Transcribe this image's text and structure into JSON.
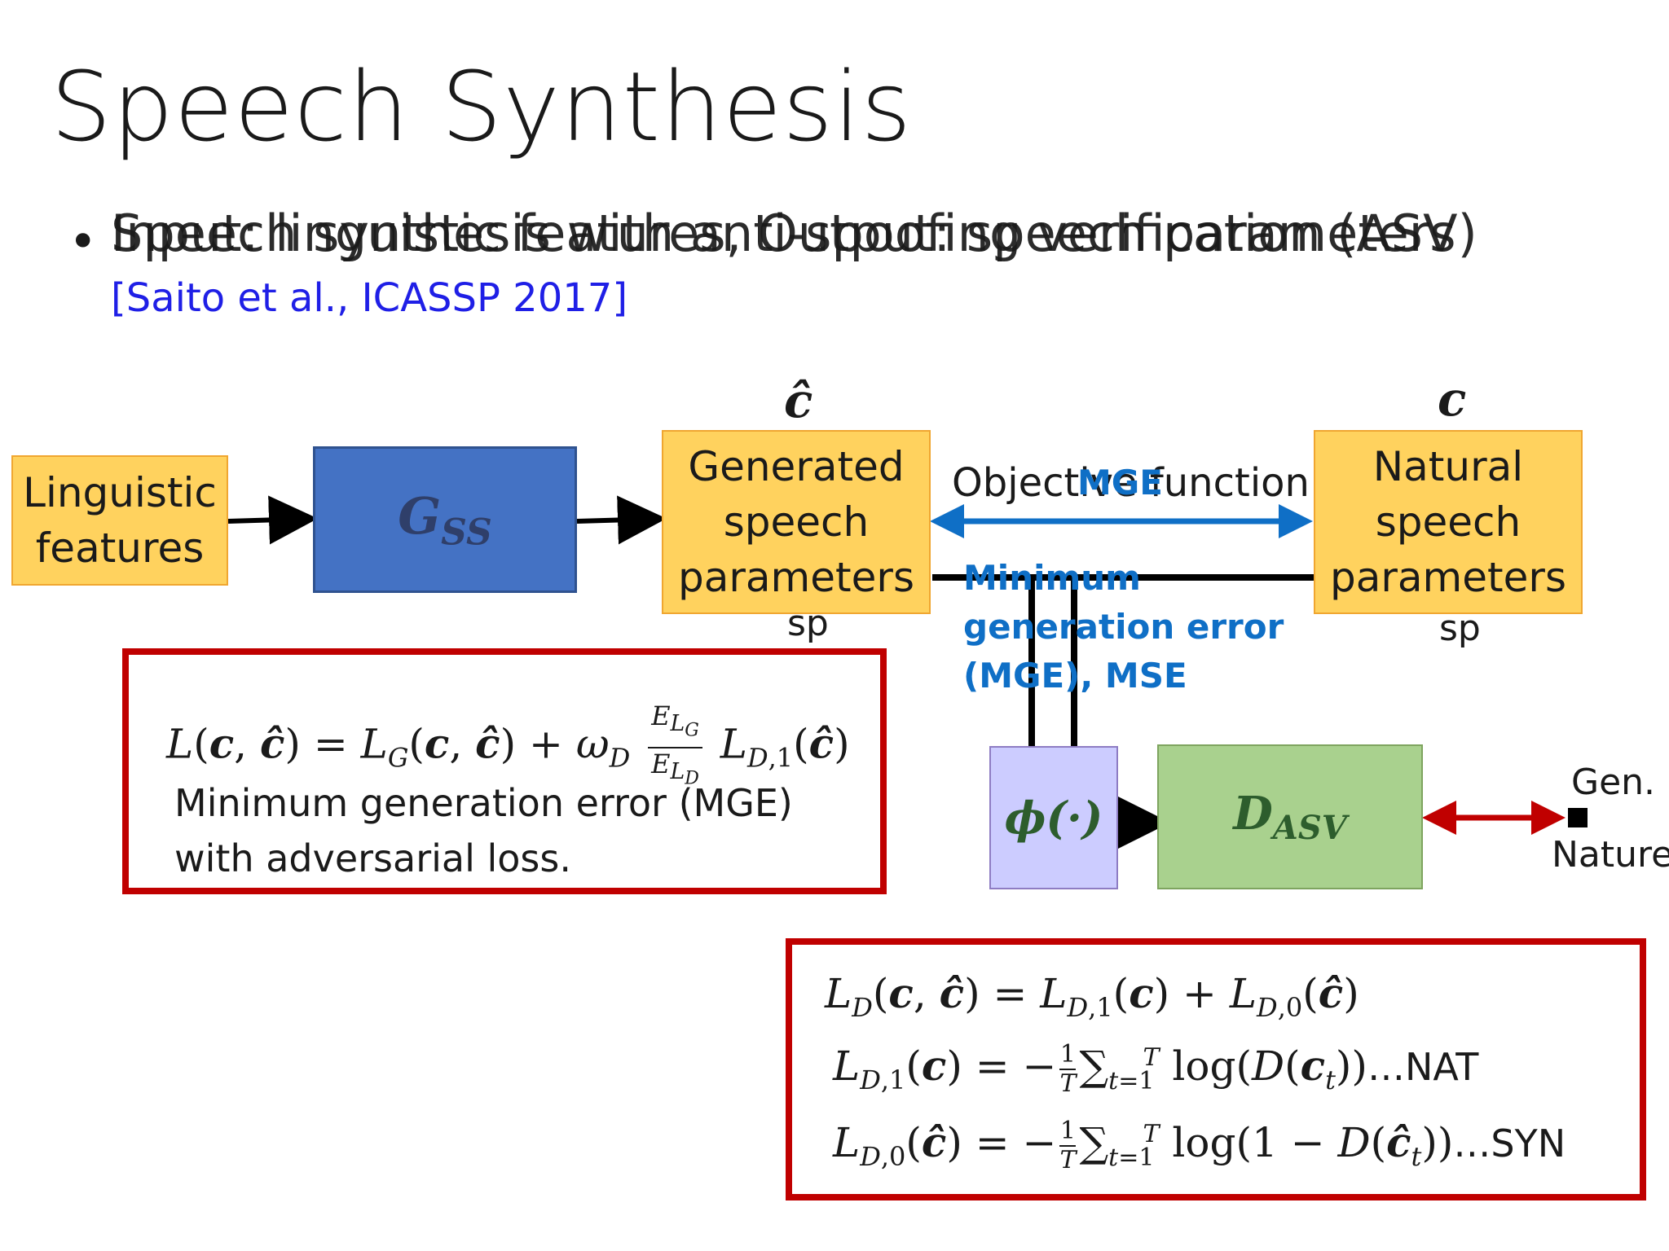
{
  "title": "Speech Synthesis",
  "bullet": {
    "layer_a": "Speech synthesis with anti-spoofing verification (ASV)",
    "layer_b": "Input: linguistic features, Output: speech parameters",
    "citation": "[Saito et al., ICASSP 2017]"
  },
  "diagram": {
    "linguistic_features": [
      "Linguistic",
      "features"
    ],
    "generator_label": "G",
    "generator_sub": "SS",
    "c_hat": "ĉ",
    "c": "c",
    "generated": [
      "Generated",
      "speech",
      "parameters"
    ],
    "natural": [
      "Natural",
      "speech",
      "parameters"
    ],
    "sp_left": "sp",
    "sp_right": "sp",
    "objective_function": "Objective function",
    "mge": "MGE",
    "mge_desc": [
      "Minimum",
      "generation error",
      "(MGE), MSE"
    ],
    "phi": "ϕ(·)",
    "discriminator_label": "D",
    "discriminator_sub": "ASV",
    "gen": "Gen.",
    "nature": "Nature"
  },
  "formula_left": {
    "line1": "L(c, ĉ) = L_G(c, ĉ) + ω_D (E_LG / E_LD) L_D,1(ĉ)",
    "desc": [
      "Minimum generation error (MGE)",
      "with adversarial loss."
    ]
  },
  "formula_right": {
    "line1": "L_D(c, ĉ) = L_D,1(c) + L_D,0(ĉ)",
    "line2_suffix": "…NAT",
    "line3_suffix": "…SYN"
  },
  "colors": {
    "yellow": "#ffd25e",
    "blue": "#4472c4",
    "purple": "#ccccff",
    "green": "#a9d18e",
    "red": "#c00000",
    "arrow_blue": "#0f6fc6",
    "citation": "#1f1fe6"
  }
}
